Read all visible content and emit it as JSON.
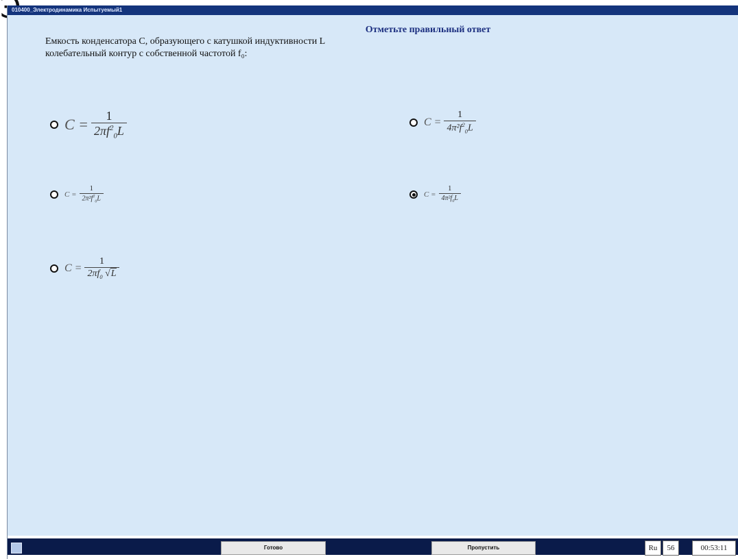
{
  "corner_glyph": "Э",
  "window": {
    "title": "010400_Электродинамика Испытуемый1"
  },
  "heading": "Отметьте правильный ответ",
  "question": {
    "line1": "Емкость конденсатора C, образующего с катушкой индуктивности  L",
    "line2": "колебательный контур с собственной частотой f₀:"
  },
  "options": [
    {
      "lhs": "C =",
      "num": "1",
      "den_pre": "2πf",
      "den_sup": "2",
      "den_sub": "0",
      "den_post": "L",
      "selected": false
    },
    {
      "lhs": "C =",
      "num": "1",
      "den_pre": "4π²f",
      "den_sup": "2",
      "den_sub": "0",
      "den_post": "L",
      "selected": false
    },
    {
      "lhs": "C =",
      "num": "1",
      "den_pre": "2π²f",
      "den_sup": "2",
      "den_sub": "0",
      "den_post": "L",
      "selected": false
    },
    {
      "lhs": "C =",
      "num": "1",
      "den_pre": "4π²f",
      "den_sub": "0",
      "den_post": "L",
      "selected": true
    },
    {
      "lhs": "C =",
      "num": "1",
      "den_pre": "2πf",
      "den_sub": "0",
      "den_sqrt": "L",
      "selected": false
    }
  ],
  "taskbar": {
    "done_label": "Готово",
    "skip_label": "Пропустить",
    "lang": "Ru",
    "question_number": "56",
    "timer": "00:53:11"
  }
}
